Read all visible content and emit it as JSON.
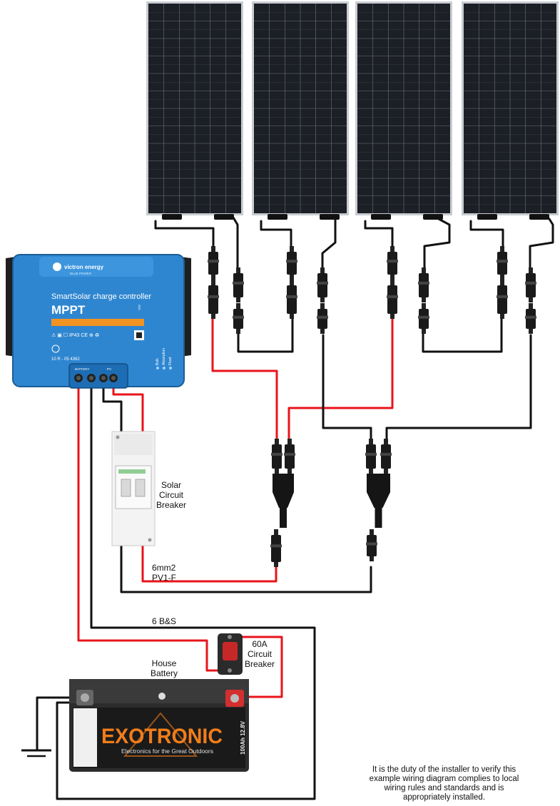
{
  "panels": {
    "count": 4
  },
  "controller": {
    "brand": "victron energy",
    "brand_tagline": "BLUE POWER",
    "product_line": "SmartSolar charge controller",
    "product_type": "MPPT",
    "rating_text": "IP43",
    "serial_text": "10 R - 05 4362",
    "terminal_labels": [
      "BATTERY",
      "PV"
    ],
    "status_labels": [
      "Bulk",
      "Absorption",
      "Float"
    ],
    "color_body": "#2f86d0",
    "color_fins": "#1f1f1f"
  },
  "labels": {
    "solar_breaker": "Solar\nCircuit\nBreaker",
    "pv_cable": "6mm2\nPV1-F",
    "battery_cable": "6 B&S",
    "battery_breaker": "60A\nCircuit\nBreaker",
    "house_battery": "House\nBattery"
  },
  "battery": {
    "brand": "EXOTRONIC",
    "tagline": "Electronics for the Great Outdoors",
    "rating": "100Ah 12.8V"
  },
  "disclaimer": "It is the duty of the installer to verify this example wiring diagram complies to local wiring rules and standards and is appropriately installed.",
  "colors": {
    "positive_wire": "#e8141b",
    "negative_wire": "#111111",
    "panel_cell": "#1c1f26",
    "panel_frame": "#c9ccd1",
    "battery_body": "#1a1a1a",
    "battery_accent": "#f07d1a"
  }
}
